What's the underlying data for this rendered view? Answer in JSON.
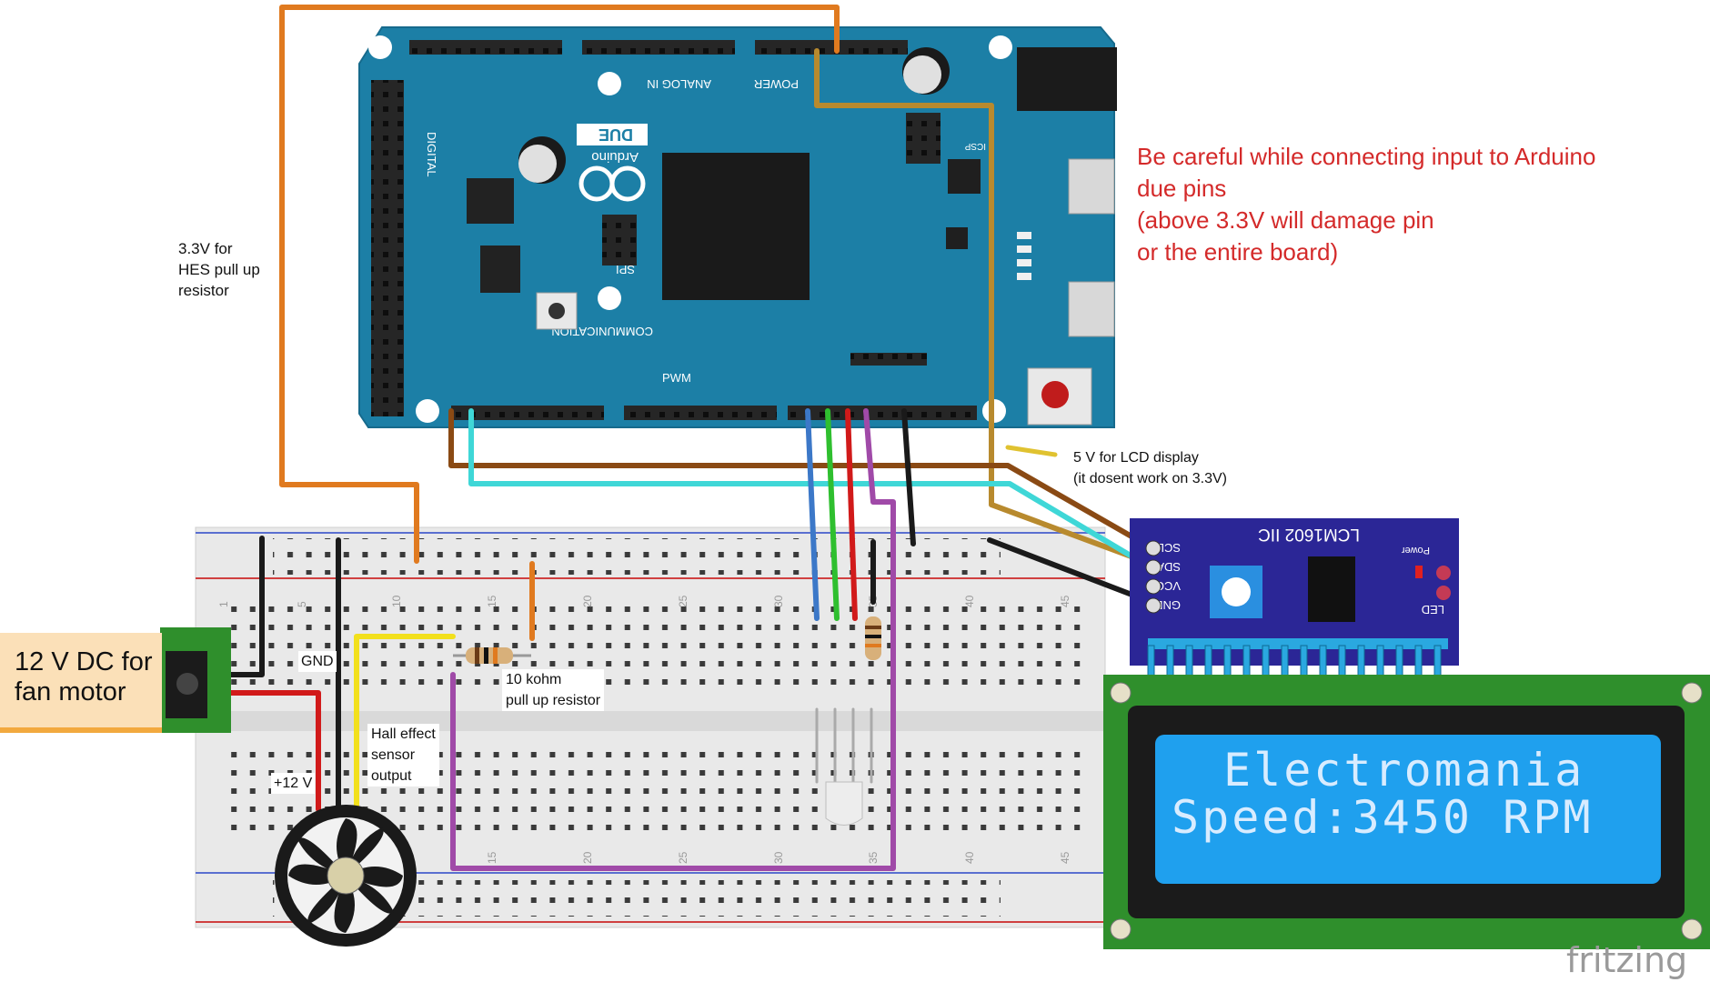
{
  "notes": {
    "hes_pullup": [
      "3.3V for",
      "HES pull up",
      "resistor"
    ],
    "lcd_power": [
      "5 V for LCD display",
      "(it dosent work on 3.3V)"
    ],
    "warning": [
      "Be careful while connecting input to Arduino",
      "due pins",
      "(above 3.3V will damage pin",
      "or the entire board)"
    ],
    "gnd": "GND",
    "plus12": "+12 V",
    "pullup_resistor": [
      "10 kohm",
      "pull up resistor"
    ],
    "hall_output": [
      "Hall effect",
      "sensor",
      "output"
    ]
  },
  "power_supply": {
    "label": [
      "12 V DC for",
      "fan motor"
    ]
  },
  "arduino": {
    "brand": "Arduino",
    "model": "DUE",
    "header_labels": {
      "analog_in": "ANALOG IN",
      "power": "POWER",
      "digital": "DIGITAL",
      "communication": "COMMUNICATION",
      "pwm": "PWM",
      "spi": "SPI",
      "icsp": "ICSP"
    }
  },
  "i2c_module": {
    "title": "LCM1602 IIC",
    "pins": [
      "SCL",
      "SDA",
      "VCC",
      "GND"
    ],
    "led_label": "LED",
    "power_label": "Power"
  },
  "lcd": {
    "line1": "Electromania",
    "line2": "Speed:3450 RPM"
  },
  "watermark": "fritzing",
  "colors": {
    "board_blue": "#1c7fa6",
    "wire_orange": "#e07a1f",
    "wire_brown": "#8a4a14",
    "wire_cyan": "#3fd7d7",
    "wire_gold": "#b88a2e",
    "wire_purple": "#a04aa8",
    "wire_blue": "#3c78c8",
    "wire_green": "#2fbf2f",
    "wire_red": "#d11a1a",
    "wire_black": "#1a1a1a",
    "wire_yellow": "#f2e01c",
    "lcd_screen": "#1fa0ee",
    "pcb_green": "#2f8f2c",
    "warning_text": "#d42a2a"
  }
}
